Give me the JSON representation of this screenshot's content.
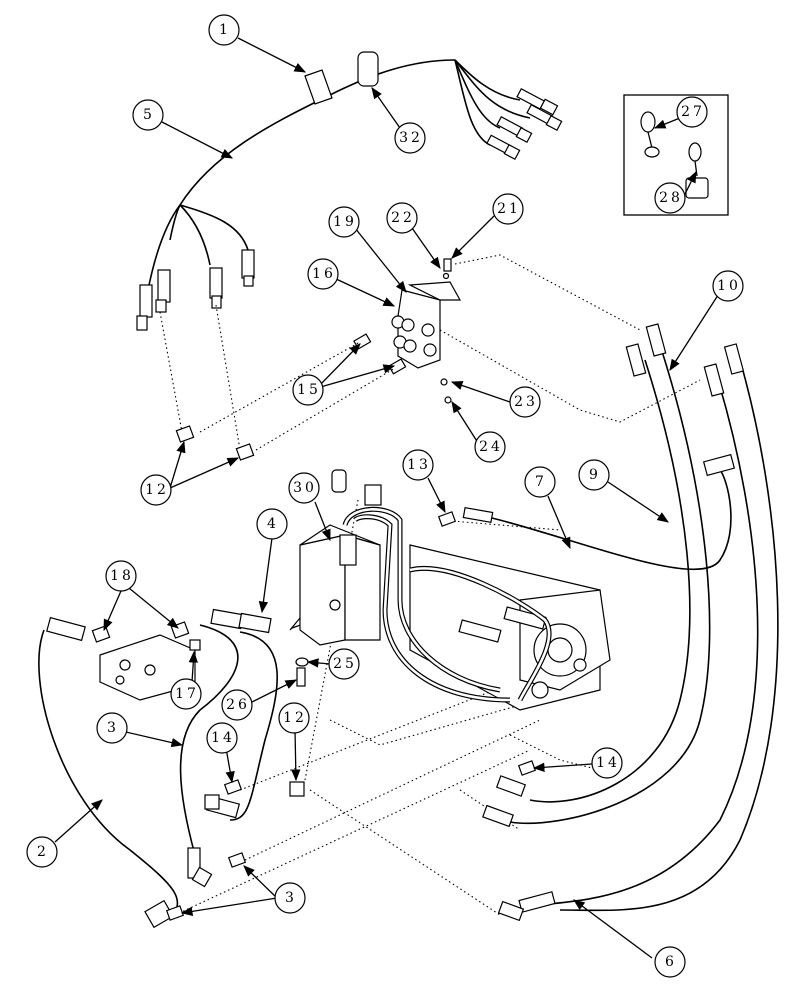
{
  "callouts": [
    {
      "id": "c1",
      "label": "1"
    },
    {
      "id": "c2",
      "label": "2"
    },
    {
      "id": "c3a",
      "label": "3"
    },
    {
      "id": "c3b",
      "label": "3"
    },
    {
      "id": "c4",
      "label": "4"
    },
    {
      "id": "c5",
      "label": "5"
    },
    {
      "id": "c6",
      "label": "6"
    },
    {
      "id": "c7",
      "label": "7"
    },
    {
      "id": "c9",
      "label": "9"
    },
    {
      "id": "c10",
      "label": "10"
    },
    {
      "id": "c12a",
      "label": "12"
    },
    {
      "id": "c12b",
      "label": "12"
    },
    {
      "id": "c13",
      "label": "13"
    },
    {
      "id": "c14a",
      "label": "14"
    },
    {
      "id": "c14b",
      "label": "14"
    },
    {
      "id": "c15",
      "label": "15"
    },
    {
      "id": "c16",
      "label": "16"
    },
    {
      "id": "c17",
      "label": "17"
    },
    {
      "id": "c18",
      "label": "18"
    },
    {
      "id": "c19",
      "label": "19"
    },
    {
      "id": "c21",
      "label": "21"
    },
    {
      "id": "c22",
      "label": "22"
    },
    {
      "id": "c23",
      "label": "23"
    },
    {
      "id": "c24",
      "label": "24"
    },
    {
      "id": "c25",
      "label": "25"
    },
    {
      "id": "c26",
      "label": "26"
    },
    {
      "id": "c27",
      "label": "27"
    },
    {
      "id": "c28",
      "label": "28"
    },
    {
      "id": "c30",
      "label": "30"
    },
    {
      "id": "c32",
      "label": "32"
    }
  ]
}
